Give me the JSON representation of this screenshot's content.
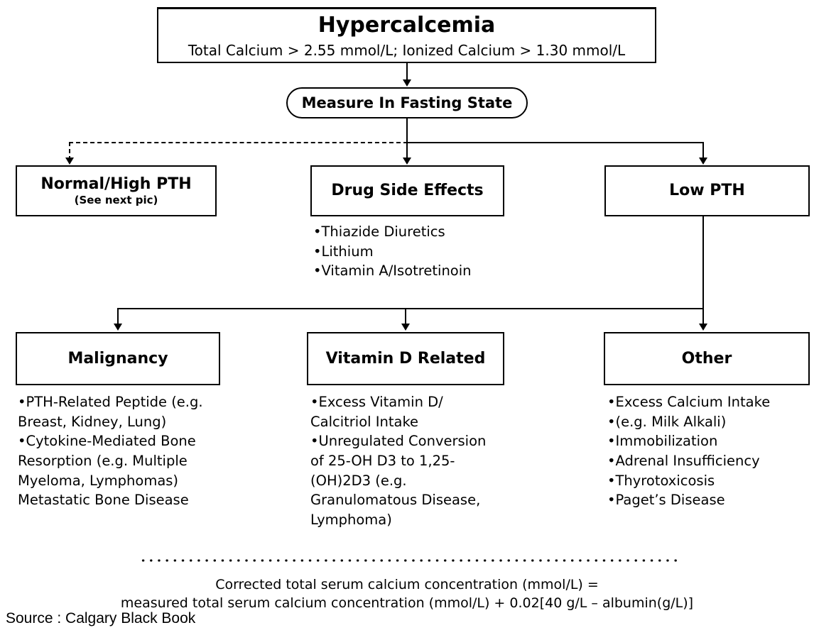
{
  "title_box": {
    "title": "Hypercalcemia",
    "subtitle": "Total Calcium > 2.55 mmol/L; Ionized Calcium > 1.30 mmol/L"
  },
  "fasting_box": {
    "title": "Measure In Fasting State"
  },
  "row2": {
    "normal_high_pth": {
      "title": "Normal/High PTH",
      "subtitle": "(See next pic)"
    },
    "drug_side_effects": {
      "title": "Drug Side Effects",
      "bullets": [
        "•Thiazide Diuretics",
        "•Lithium",
        "•Vitamin A/Isotretinoin"
      ]
    },
    "low_pth": {
      "title": "Low PTH"
    }
  },
  "row3": {
    "malignancy": {
      "title": "Malignancy",
      "bullets": [
        "•PTH-Related Peptide (e.g.",
        "Breast, Kidney, Lung)",
        "•Cytokine-Mediated Bone",
        "Resorption (e.g. Multiple",
        "Myeloma, Lymphomas)",
        "Metastatic Bone Disease"
      ]
    },
    "vitamin_d_related": {
      "title": "Vitamin D Related",
      "bullets": [
        "•Excess Vitamin D/",
        "Calcitriol Intake",
        "•Unregulated Conversion",
        "of 25-OH D3 to 1,25-",
        "(OH)2D3 (e.g.",
        "Granulomatous Disease,",
        "Lymphoma)"
      ]
    },
    "other": {
      "title": "Other",
      "bullets": [
        "•Excess Calcium Intake",
        "•(e.g. Milk Alkali)",
        "•Immobilization",
        "•Adrenal Insufficiency",
        "•Thyrotoxicosis",
        "•Paget’s Disease"
      ]
    }
  },
  "footnote": {
    "line1": "Corrected total serum calcium concentration (mmol/L)  =",
    "line2": "measured total serum calcium concentration (mmol/L) + 0.02[40 g/L – albumin(g/L)]"
  },
  "source": "Source : Calgary Black Book",
  "colors": {
    "line": "#000000",
    "background": "#ffffff"
  }
}
